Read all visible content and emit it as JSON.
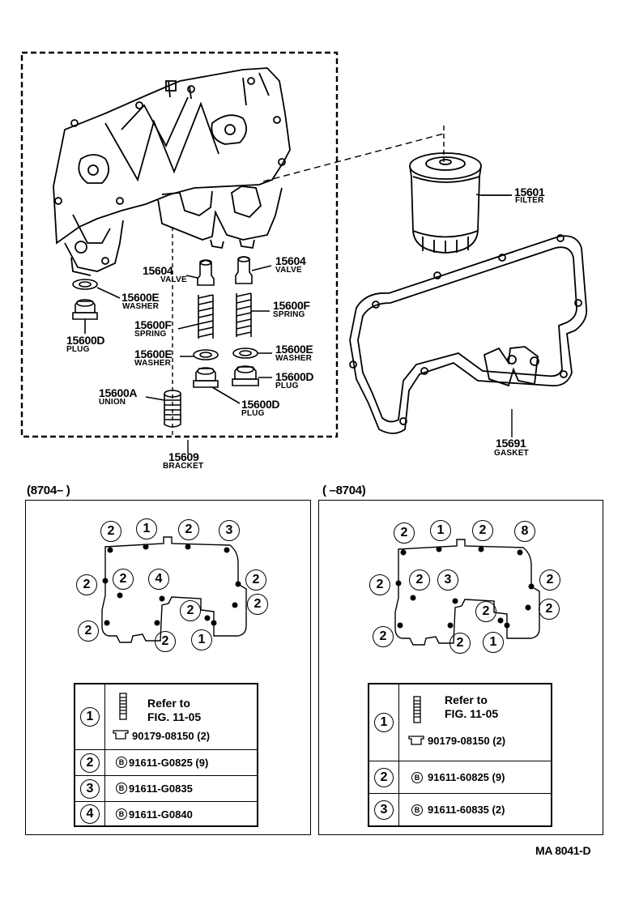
{
  "parts": {
    "p15601": {
      "num": "15601",
      "name": "FILTER"
    },
    "p15604a": {
      "num": "15604",
      "name": "VALVE"
    },
    "p15604b": {
      "num": "15604",
      "name": "VALVE"
    },
    "p15600E_a": {
      "num": "15600E",
      "name": "WASHER"
    },
    "p15600E_b": {
      "num": "15600E",
      "name": "WASHER"
    },
    "p15600E_c": {
      "num": "15600E",
      "name": "WASHER"
    },
    "p15600F_a": {
      "num": "15600F",
      "name": "SPRING"
    },
    "p15600F_b": {
      "num": "15600F",
      "name": "SPRING"
    },
    "p15600D_a": {
      "num": "15600D",
      "name": "PLUG"
    },
    "p15600D_b": {
      "num": "15600D",
      "name": "PLUG"
    },
    "p15600D_c": {
      "num": "15600D",
      "name": "PLUG"
    },
    "p15600A": {
      "num": "15600A",
      "name": "UNION"
    },
    "p15609": {
      "num": "15609",
      "name": "BRACKET"
    },
    "p15691": {
      "num": "15691",
      "name": "GASKET"
    }
  },
  "left_panel": {
    "range": "(8704–        )",
    "callouts": [
      "2",
      "1",
      "2",
      "3",
      "2",
      "2",
      "4",
      "2",
      "2",
      "2",
      "2",
      "2",
      "1"
    ],
    "table": [
      {
        "n": "1",
        "refer": "Refer to",
        "fig": "FIG. 11-05",
        "part": "90179-08150 (2)"
      },
      {
        "n": "2",
        "part": "91611-G0825 (9)"
      },
      {
        "n": "3",
        "part": "91611-G0835"
      },
      {
        "n": "4",
        "part": "91611-G0840"
      }
    ]
  },
  "right_panel": {
    "range": "(        –8704)",
    "callouts": [
      "2",
      "1",
      "2",
      "8",
      "2",
      "2",
      "3",
      "2",
      "2",
      "2",
      "2",
      "2",
      "1"
    ],
    "table": [
      {
        "n": "1",
        "refer": "Refer to",
        "fig": "FIG. 11-05",
        "part": "90179-08150 (2)"
      },
      {
        "n": "2",
        "part": "91611-60825 (9)"
      },
      {
        "n": "3",
        "part": "91611-60835 (2)"
      }
    ]
  },
  "bolt_symbol": "B",
  "figure_code": "MA 8041-D"
}
